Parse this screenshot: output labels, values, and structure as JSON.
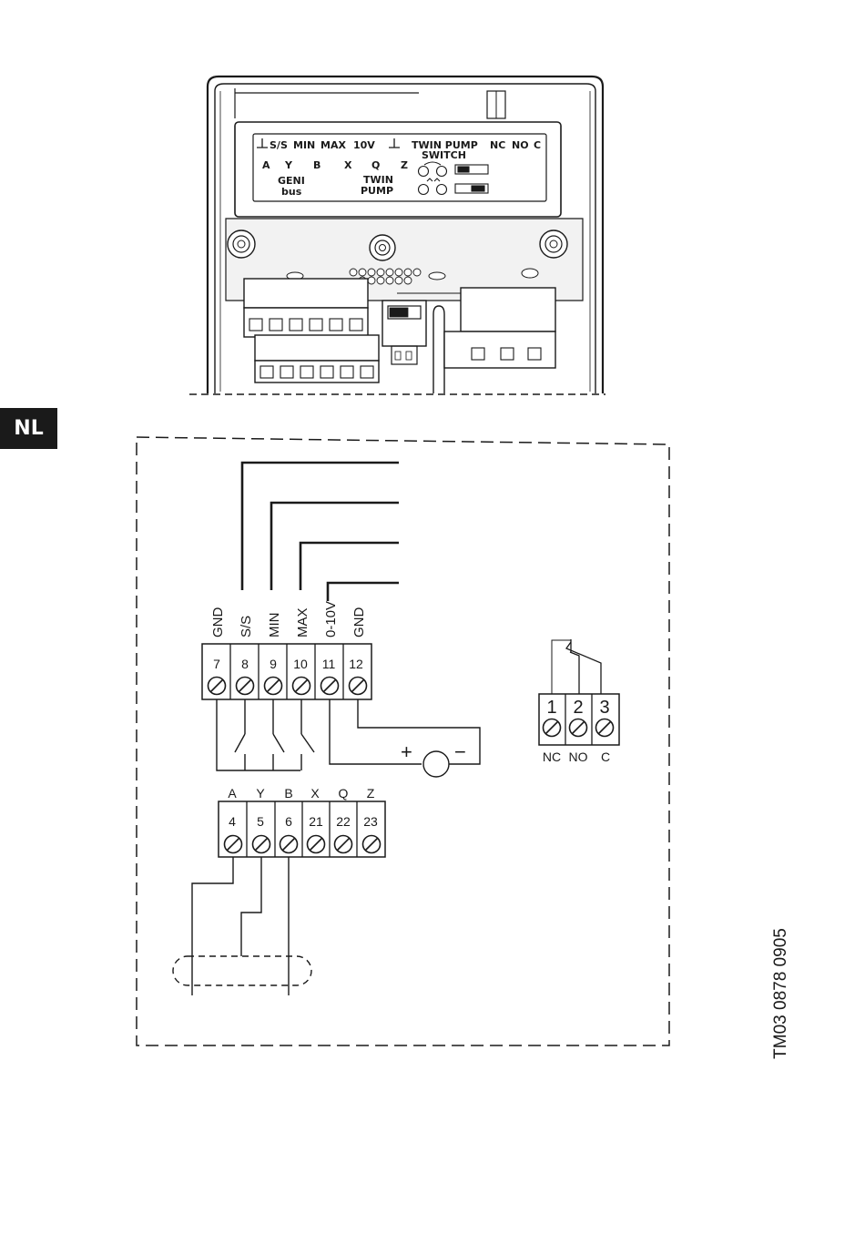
{
  "tab": {
    "language": "NL"
  },
  "reference": "TM03 0878 0905",
  "device": {
    "label_row1": [
      "S/S",
      "MIN",
      "MAX",
      "10V",
      "TWIN PUMP",
      "NC",
      "NO",
      "C"
    ],
    "label_switch": "SWITCH",
    "label_row2": [
      "A",
      "Y",
      "B",
      "X",
      "Q",
      "Z"
    ],
    "label_geni": [
      "GENI",
      "bus"
    ],
    "label_twin": [
      "TWIN",
      "PUMP"
    ]
  },
  "schematic": {
    "top_block": {
      "signals": [
        "GND",
        "S/S",
        "MIN",
        "MAX",
        "0-10V",
        "GND"
      ],
      "terminals": [
        "7",
        "8",
        "9",
        "10",
        "11",
        "12"
      ]
    },
    "bus_block": {
      "letters": [
        "A",
        "Y",
        "B",
        "X",
        "Q",
        "Z"
      ],
      "terminals": [
        "4",
        "5",
        "6",
        "21",
        "22",
        "23"
      ]
    },
    "relay_block": {
      "terminals": [
        "1",
        "2",
        "3"
      ],
      "labels": [
        "NC",
        "NO",
        "C"
      ]
    },
    "source": {
      "plus": "+",
      "minus": "−"
    }
  }
}
